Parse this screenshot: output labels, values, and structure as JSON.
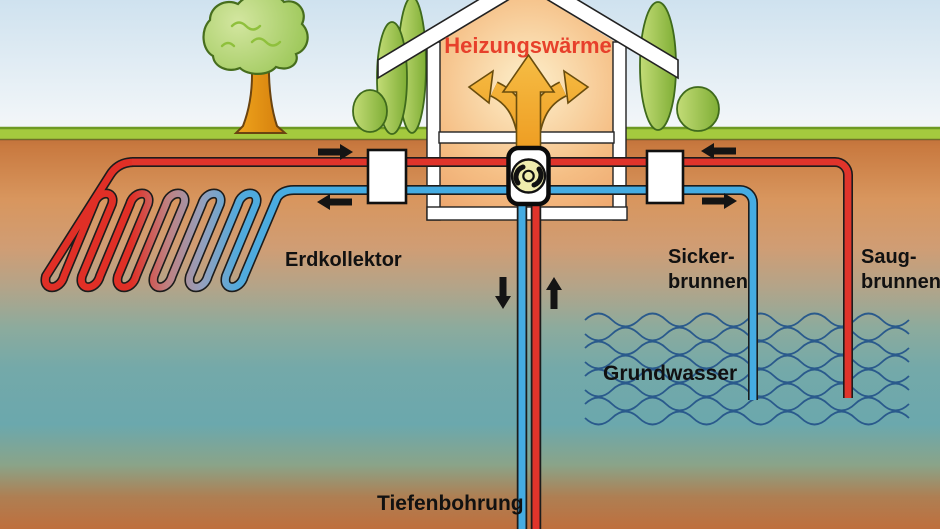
{
  "diagram": {
    "labels": {
      "heating": "Heizungswärme",
      "ground_collector": "Erdkollektor",
      "infiltration_well_line1": "Sicker-",
      "infiltration_well_line2": "brunnen",
      "suction_well_line1": "Saug-",
      "suction_well_line2": "brunnen",
      "groundwater": "Grundwasser",
      "deep_borehole": "Tiefenbohrung"
    },
    "colors": {
      "warm_pipe_red": "#e0342b",
      "cold_pipe_blue": "#45ace2",
      "heat_arrow_gold": "#f2a935",
      "heating_label_red": "#e7402b",
      "label_black": "#111111",
      "groundwater_wave_blue": "#2a5a8c",
      "grass_green": "#a4ca3e",
      "soil_orange": "#cd7d44",
      "aquifer_teal": "#6ca9ad"
    }
  }
}
